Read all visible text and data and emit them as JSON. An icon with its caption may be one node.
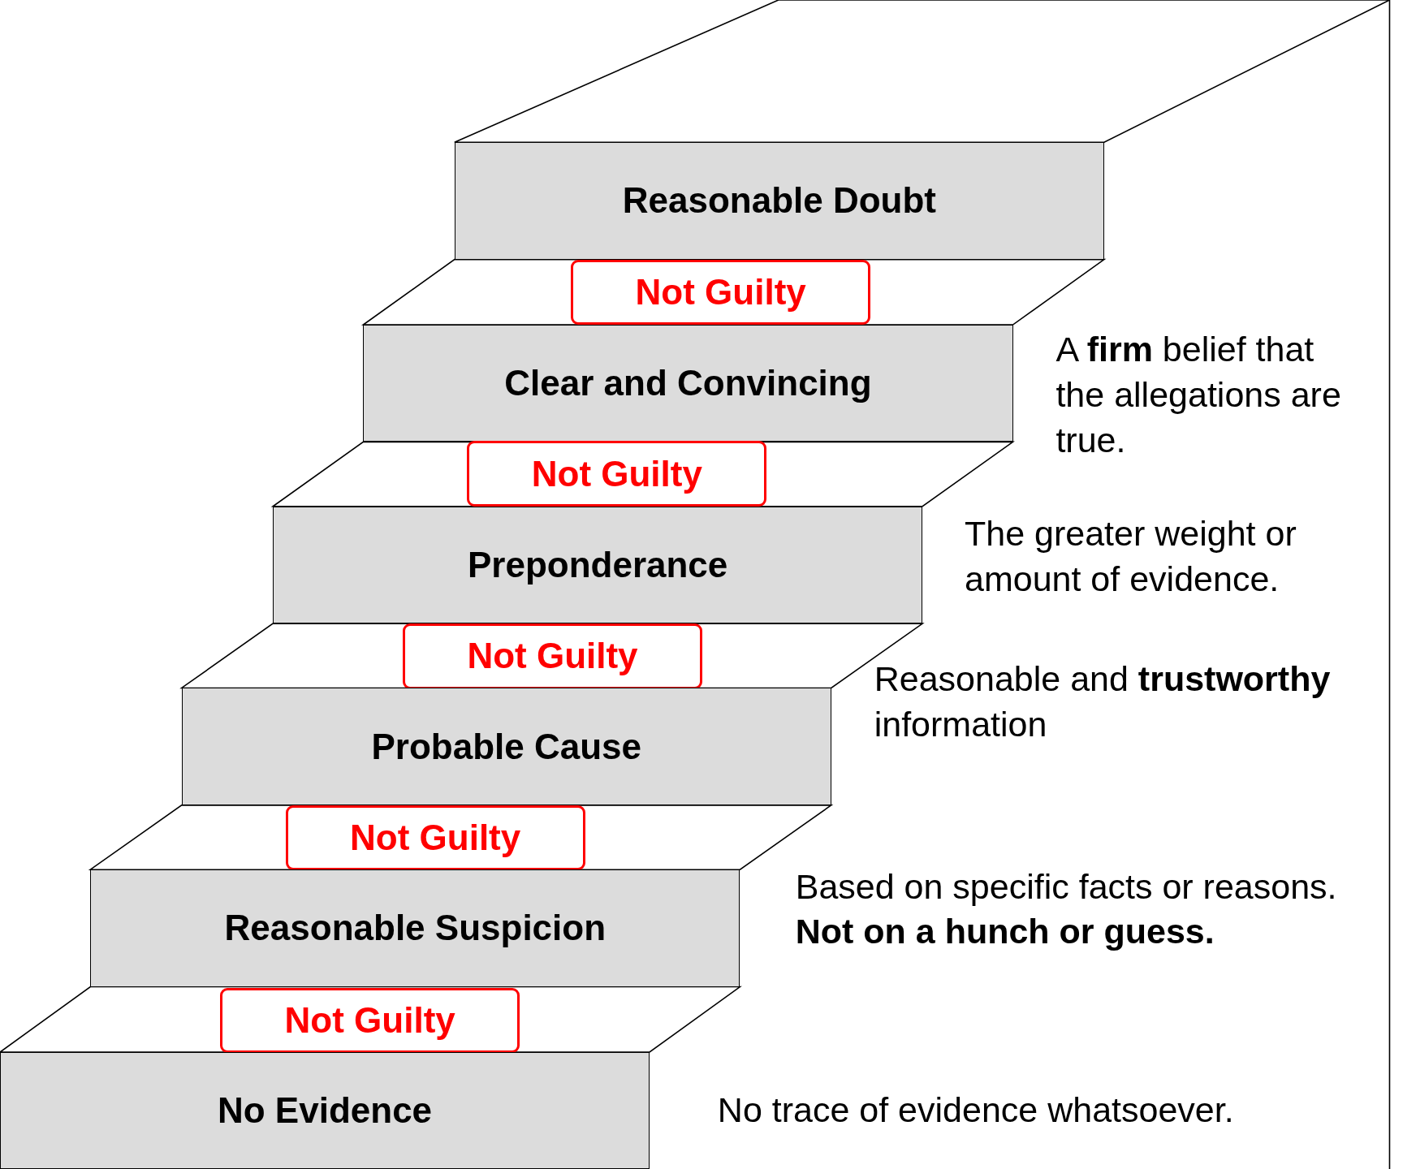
{
  "diagram": {
    "nodes": [
      {
        "text": [
          "Reasonable Doubt"
        ]
      },
      {
        "text": [
          "Not Guilty"
        ]
      },
      {
        "text": [
          "Clear and Convincing"
        ]
      },
      {
        "text": [
          "Not Guilty"
        ]
      },
      {
        "text": [
          "Preponderance"
        ]
      },
      {
        "text": [
          "Not Guilty"
        ]
      },
      {
        "text": [
          "Probable Cause"
        ]
      },
      {
        "text": [
          "Not Guilty"
        ]
      },
      {
        "text": [
          "Reasonable Suspicion"
        ]
      },
      {
        "text": [
          "Not Guilty"
        ]
      },
      {
        "text": [
          "No Evidence"
        ]
      }
    ],
    "edges": [],
    "labels": [
      "A **firm** belief that the allegations are true.",
      "The greater weight or amount of evidence.",
      "Reasonable and **trustworthy** information",
      "Based on specific facts or reasons. **Not on a hunch or guess.**",
      "No trace of evidence whatsoever."
    ]
  }
}
